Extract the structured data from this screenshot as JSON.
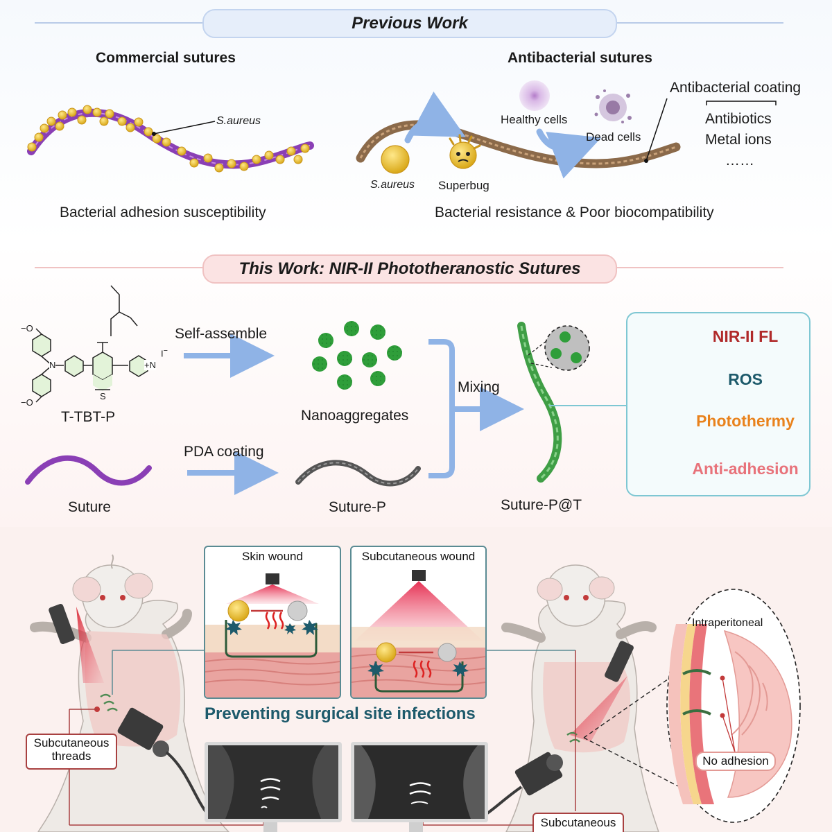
{
  "previous_work": {
    "title": "Previous Work",
    "commercial": {
      "heading": "Commercial sutures",
      "bacteria_label": "S.aureus",
      "caption": "Bacterial adhesion susceptibility"
    },
    "antibacterial": {
      "heading": "Antibacterial sutures",
      "healthy_cells": "Healthy cells",
      "dead_cells": "Dead cells",
      "s_aureus": "S.aureus",
      "superbug": "Superbug",
      "coating_heading": "Antibacterial coating",
      "coating_items": [
        "Antibiotics",
        "Metal ions",
        "……"
      ],
      "caption": "Bacterial resistance & Poor biocompatibility"
    }
  },
  "this_work": {
    "title": "This Work: NIR-II Phototheranostic Sutures",
    "molecule": {
      "name": "T-TBT-P",
      "atoms": {
        "o1": "O",
        "o2": "O",
        "n_amine": "N",
        "n_py": "N",
        "iodide": "I",
        "s": "S",
        "plus": "+",
        "minus": "−"
      }
    },
    "self_assemble": "Self-assemble",
    "nanoaggregates": "Nanoaggregates",
    "pda_coating": "PDA coating",
    "suture": "Suture",
    "suture_p": "Suture-P",
    "mixing": "Mixing",
    "suture_pt": "Suture-P@T",
    "features": [
      {
        "label": "NIR-II FL",
        "icon": "bulb-icon",
        "color": "#b02a2a"
      },
      {
        "label": "ROS",
        "icon": "burst-icon",
        "color": "#1d5a6b"
      },
      {
        "label": "Photothermy",
        "icon": "flame-icon",
        "color": "#e9821c"
      },
      {
        "label": "Anti-adhesion",
        "icon": "tissue-icon",
        "color": "#e8727a"
      }
    ]
  },
  "application": {
    "skin_wound": "Skin wound",
    "subcutaneous_wound": "Subcutaneous wound",
    "tagline": "Preventing surgical site infections",
    "left_callout": "Subcutaneous threads",
    "right_callout": "Subcutaneous",
    "intraperitoneal": "Intraperitoneal",
    "no_adhesion": "No adhesion"
  },
  "colors": {
    "green": "#2f9e3a",
    "purple": "#8a3fb5",
    "arrow_blue": "#8fb3e6",
    "teal": "#1d5a6b",
    "pink_header": "#fbe3e3",
    "blue_header": "#e6eefa"
  }
}
